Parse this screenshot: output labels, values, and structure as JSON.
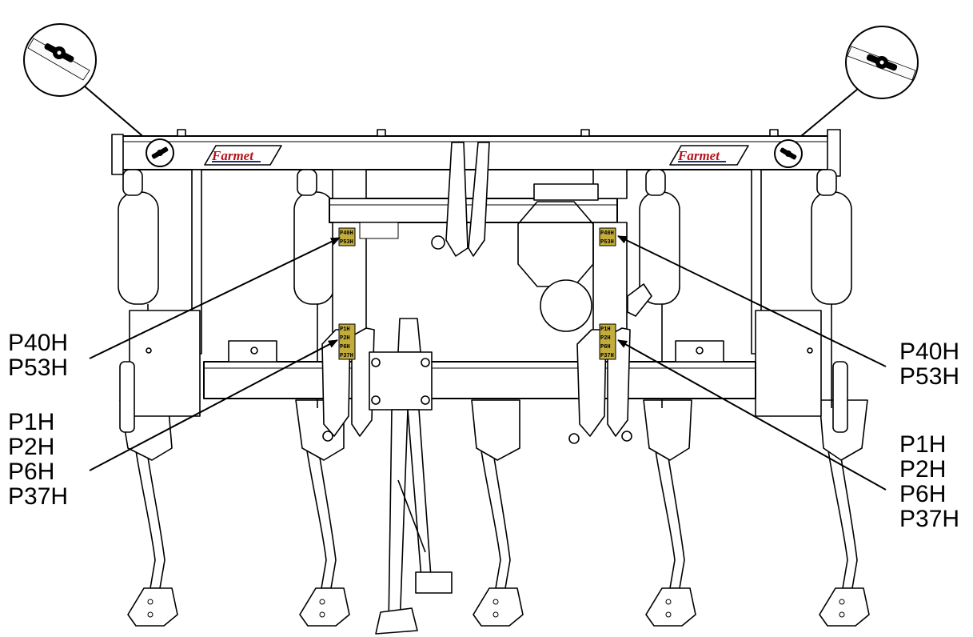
{
  "brand": {
    "logo_text": "Farmet"
  },
  "colors": {
    "line": "#000000",
    "decal": "#c2ac3c",
    "brand_red": "#b5121b",
    "brand_blue": "#1c2f7a"
  },
  "callouts": {
    "upper_left": [
      "P40H",
      "P53H"
    ],
    "lower_left": [
      "P1H",
      "P2H",
      "P6H",
      "P37H"
    ],
    "upper_right": [
      "P40H",
      "P53H"
    ],
    "lower_right": [
      "P1H",
      "P2H",
      "P6H",
      "P37H"
    ]
  },
  "decal_codes": {
    "upper": [
      "P40H",
      "P53H"
    ],
    "lower": [
      "P1H",
      "P2H",
      "P6H",
      "P37H"
    ]
  },
  "icons": [
    "reflector-detail-icon",
    "reflector-detail-icon"
  ]
}
